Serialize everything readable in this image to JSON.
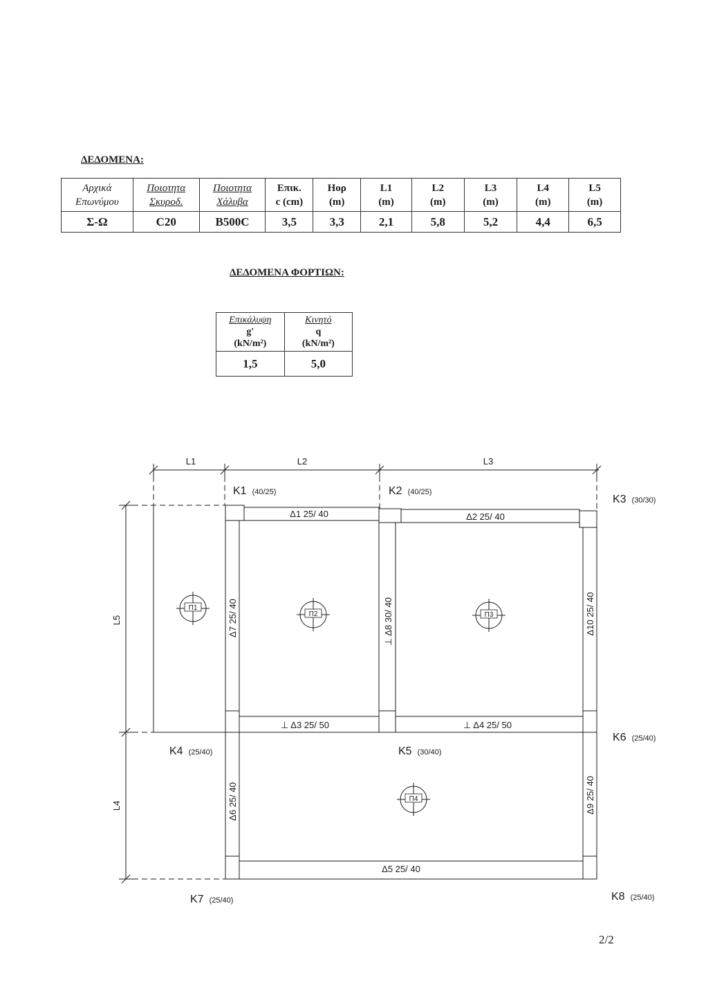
{
  "data_heading": "ΔΕΔΟΜΕΝΑ:",
  "main_table": {
    "headers": [
      [
        "Αρχικά",
        "Επωνύμου"
      ],
      [
        "Ποιοτητα",
        "Σκυροδ."
      ],
      [
        "Ποιοτητα",
        "Χάλυβα"
      ],
      [
        "Επικ.",
        "c (cm)"
      ],
      [
        "Hορ",
        "(m)"
      ],
      [
        "L1",
        "(m)"
      ],
      [
        "L2",
        "(m)"
      ],
      [
        "L3",
        "(m)"
      ],
      [
        "L4",
        "(m)"
      ],
      [
        "L5",
        "(m)"
      ]
    ],
    "values": [
      "Σ-Ω",
      "C20",
      "B500C",
      "3,5",
      "3,3",
      "2,1",
      "5,8",
      "5,2",
      "4,4",
      "6,5"
    ]
  },
  "loads_heading": "ΔΕΔΟΜΕΝΑ ΦΟΡΤΙΩΝ:",
  "loads_table": {
    "col1": {
      "title": "Επικάλυψη",
      "symbol": "g'",
      "unit": "(kN/m²)",
      "value": "1,5"
    },
    "col2": {
      "title": "Κινητό",
      "symbol": "q",
      "unit": "(kN/m²)",
      "value": "5,0"
    }
  },
  "plan": {
    "spans": {
      "L1": "L1",
      "L2": "L2",
      "L3": "L3",
      "L4": "L4",
      "L5": "L5"
    },
    "columns": [
      {
        "name": "K1",
        "size": "(40/25)"
      },
      {
        "name": "K2",
        "size": "(40/25)"
      },
      {
        "name": "K3",
        "size": "(30/30)"
      },
      {
        "name": "K4",
        "size": "(25/40)"
      },
      {
        "name": "K5",
        "size": "(30/40)"
      },
      {
        "name": "K6",
        "size": "(25/40)"
      },
      {
        "name": "K7",
        "size": "(25/40)"
      },
      {
        "name": "K8",
        "size": "(25/40)"
      }
    ],
    "beams": {
      "D1": "Δ1 25/ 40",
      "D2": "Δ2 25/ 40",
      "D3": "⊥ Δ3  25/ 50",
      "D4": "⊥ Δ4  25/ 50",
      "D5": "Δ5  25/ 40",
      "D6": "Δ6  25/ 40",
      "D7": "Δ7 25/ 40",
      "D8": "⊥ Δ8  30/ 40",
      "D9": "Δ9  25/ 40",
      "D10": "Δ10  25/ 40"
    },
    "slabs": [
      "Π1",
      "Π2",
      "Π3",
      "Π4"
    ]
  },
  "page_number": "2/2"
}
